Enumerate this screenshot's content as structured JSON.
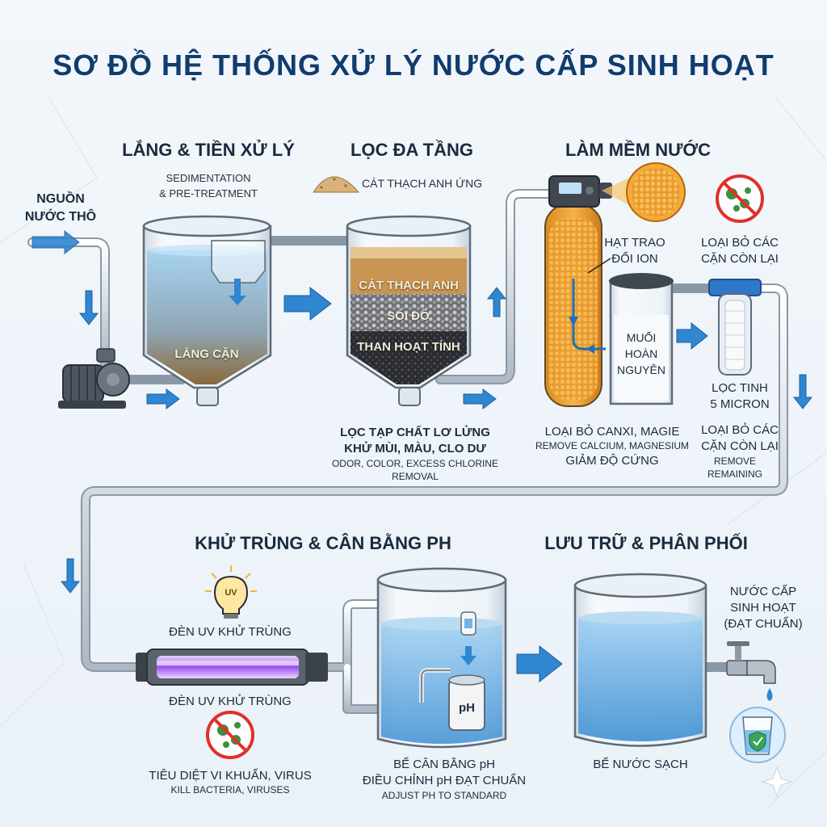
{
  "title": "SƠ ĐỒ HỆ THỐNG XỬ LÝ NƯỚC CẤP SINH HOẠT",
  "source": {
    "label_line1": "NGUỒN",
    "label_line2": "NƯỚC THÔ"
  },
  "stage1": {
    "heading": "LẮNG & TIỀN XỬ LÝ",
    "sub_line1": "SEDIMENTATION",
    "sub_line2": "& PRE-TREATMENT",
    "inner_label": "LẮNG CẶN"
  },
  "stage2": {
    "heading": "LỌC ĐA TẦNG",
    "media_callout": "CÁT THẠCH ANH ỨNG",
    "layers": [
      "CÁT THẠCH ANH",
      "SỎI ĐỠ",
      "THAN HOẠT TÍNH"
    ],
    "desc_line1": "LỌC TẠP CHẤT LƠ LỬNG",
    "desc_line2": "KHỬ MÙI, MÀU, CLO DƯ",
    "desc_line3": "ODOR, COLOR, EXCESS CHLORINE",
    "desc_line4": "REMOVAL"
  },
  "stage3": {
    "heading": "LÀM MỀM NƯỚC",
    "resin_line1": "HẠT TRAO",
    "resin_line2": "ĐỔI ION",
    "brine_line1": "MUỐI",
    "brine_line2": "HOÀN",
    "brine_line3": "NGUYÊN",
    "desc_line1": "LOẠI BỎ CANXI, MAGIE",
    "desc_line2": "REMOVE CALCIUM, MAGNESIUM",
    "desc_line3": "GIẢM ĐỘ CỨNG"
  },
  "stage4": {
    "top_line1": "LOẠI BỎ CÁC",
    "top_line2": "CẶN CÒN LẠI",
    "filter_line1": "LỌC TINH",
    "filter_line2": "5 MICRON",
    "desc_line1": "LOẠI BỎ CÁC",
    "desc_line2": "CẶN CÒN LẠI",
    "desc_line3": "REMOVE",
    "desc_line4": "REMAINING"
  },
  "stage5": {
    "heading": "KHỬ TRÙNG & CÂN BẰNG PH",
    "uv_badge": "UV",
    "uv_label_top": "ĐÈN UV KHỬ TRÙNG",
    "uv_label_bottom": "ĐÈN UV KHỬ TRÙNG",
    "desc_line1": "TIÊU DIỆT VI KHUẨN, VIRUS",
    "desc_line2": "KILL BACTERIA, VIRUSES",
    "ph_badge": "pH",
    "tank_line1": "BỂ CÂN BẰNG pH",
    "tank_line2": "ĐIỀU CHỈNH pH ĐẠT CHUẨN",
    "tank_line3": "ADJUST PH TO STANDARD"
  },
  "stage6": {
    "heading": "LƯU TRỮ & PHÂN PHỐI",
    "out_line1": "NƯỚC CẤP",
    "out_line2": "SINH HOẠT",
    "out_line3": "(ĐẠT CHUẨN)",
    "tank_label": "BỂ NƯỚC SẠCH"
  },
  "icons": [
    "no-bacteria-icon",
    "light-bulb-icon",
    "faucet-icon",
    "water-glass-icon",
    "shield-check-icon",
    "pump-icon",
    "sparkle-icon"
  ],
  "colors": {
    "title": "#103c6e",
    "water": "#5aa9e6",
    "arrow": "#2f86d1",
    "sand": "#d8b27a",
    "resin": "#f0a73a",
    "uv": "#b36cff"
  }
}
